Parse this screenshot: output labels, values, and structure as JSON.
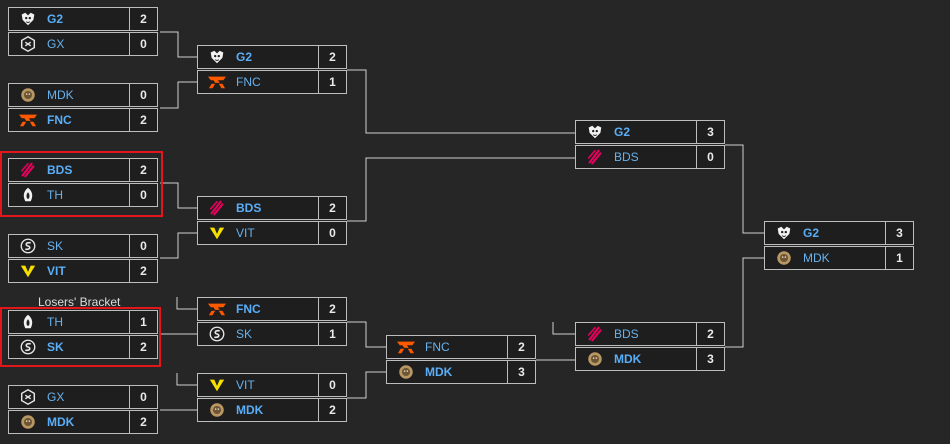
{
  "section_label": "Losers' Bracket",
  "colors": {
    "background": "#262626",
    "box": "#1e1e1e",
    "border": "#bdbdbd",
    "team_text": "#67b2ee",
    "highlight": "#e3161b"
  },
  "matches": [
    {
      "id": "m1",
      "teams": [
        {
          "name": "G2",
          "logo": "g2-logo",
          "score": "2",
          "winner": true
        },
        {
          "name": "GX",
          "logo": "gx-logo",
          "score": "0",
          "winner": false
        }
      ]
    },
    {
      "id": "m2",
      "teams": [
        {
          "name": "MDK",
          "logo": "mdk-logo",
          "score": "0",
          "winner": false
        },
        {
          "name": "FNC",
          "logo": "fnc-logo",
          "score": "2",
          "winner": true
        }
      ]
    },
    {
      "id": "m3",
      "teams": [
        {
          "name": "BDS",
          "logo": "bds-logo",
          "score": "2",
          "winner": true
        },
        {
          "name": "TH",
          "logo": "th-logo",
          "score": "0",
          "winner": false
        }
      ]
    },
    {
      "id": "m4",
      "teams": [
        {
          "name": "SK",
          "logo": "sk-logo",
          "score": "0",
          "winner": false
        },
        {
          "name": "VIT",
          "logo": "vit-logo",
          "score": "2",
          "winner": true
        }
      ]
    },
    {
      "id": "m5",
      "teams": [
        {
          "name": "TH",
          "logo": "th-logo",
          "score": "1",
          "winner": false
        },
        {
          "name": "SK",
          "logo": "sk-logo",
          "score": "2",
          "winner": true
        }
      ]
    },
    {
      "id": "m6",
      "teams": [
        {
          "name": "GX",
          "logo": "gx-logo",
          "score": "0",
          "winner": false
        },
        {
          "name": "MDK",
          "logo": "mdk-logo",
          "score": "2",
          "winner": true
        }
      ]
    },
    {
      "id": "m7",
      "teams": [
        {
          "name": "G2",
          "logo": "g2-logo",
          "score": "2",
          "winner": true
        },
        {
          "name": "FNC",
          "logo": "fnc-logo",
          "score": "1",
          "winner": false
        }
      ]
    },
    {
      "id": "m8",
      "teams": [
        {
          "name": "BDS",
          "logo": "bds-logo",
          "score": "2",
          "winner": true
        },
        {
          "name": "VIT",
          "logo": "vit-logo",
          "score": "0",
          "winner": false
        }
      ]
    },
    {
      "id": "m9",
      "teams": [
        {
          "name": "FNC",
          "logo": "fnc-logo",
          "score": "2",
          "winner": true
        },
        {
          "name": "SK",
          "logo": "sk-logo",
          "score": "1",
          "winner": false
        }
      ]
    },
    {
      "id": "m10",
      "teams": [
        {
          "name": "VIT",
          "logo": "vit-logo",
          "score": "0",
          "winner": false
        },
        {
          "name": "MDK",
          "logo": "mdk-logo",
          "score": "2",
          "winner": true
        }
      ]
    },
    {
      "id": "m11",
      "teams": [
        {
          "name": "FNC",
          "logo": "fnc-logo",
          "score": "2",
          "winner": false
        },
        {
          "name": "MDK",
          "logo": "mdk-logo",
          "score": "3",
          "winner": true
        }
      ]
    },
    {
      "id": "m12",
      "teams": [
        {
          "name": "G2",
          "logo": "g2-logo",
          "score": "3",
          "winner": true
        },
        {
          "name": "BDS",
          "logo": "bds-logo",
          "score": "0",
          "winner": false
        }
      ]
    },
    {
      "id": "m13",
      "teams": [
        {
          "name": "BDS",
          "logo": "bds-logo",
          "score": "2",
          "winner": false
        },
        {
          "name": "MDK",
          "logo": "mdk-logo",
          "score": "3",
          "winner": true
        }
      ]
    },
    {
      "id": "m14",
      "teams": [
        {
          "name": "G2",
          "logo": "g2-logo",
          "score": "3",
          "winner": true
        },
        {
          "name": "MDK",
          "logo": "mdk-logo",
          "score": "1",
          "winner": false
        }
      ]
    }
  ]
}
